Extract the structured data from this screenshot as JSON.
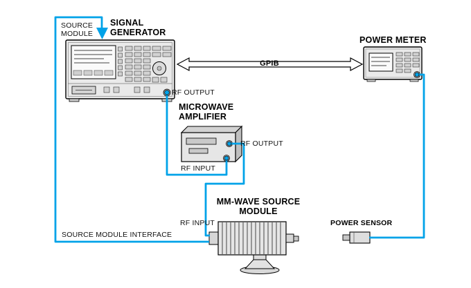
{
  "diagram": {
    "type": "equipment-setup-diagram",
    "colors": {
      "cable": "#00a2e8",
      "equipment_fill": "#eaeaea",
      "outline": "#000000",
      "background": "#ffffff"
    },
    "labels": {
      "source_module": "SOURCE MODULE",
      "signal_generator": "SIGNAL GENERATOR",
      "power_meter": "POWER METER",
      "gpib": "GPIB",
      "sig_gen_rf_output": "RF OUTPUT",
      "microwave_amplifier": "MICROWAVE AMPLIFIER",
      "amp_rf_output": "RF OUTPUT",
      "amp_rf_input": "RF INPUT",
      "mm_wave_source_module": "MM-WAVE SOURCE MODULE",
      "module_rf_input": "RF INPUT",
      "power_sensor": "POWER SENSOR",
      "source_module_interface": "SOURCE MODULE INTERFACE"
    },
    "connections": [
      {
        "from": "signal-generator-rear",
        "to": "mm-wave-source-module",
        "via": "left-edge-loop",
        "label": "SOURCE MODULE INTERFACE",
        "style": "blue-cable"
      },
      {
        "from": "signal-generator-rf-output",
        "to": "microwave-amplifier-rf-input",
        "style": "blue-cable"
      },
      {
        "from": "microwave-amplifier-rf-output",
        "to": "mm-wave-source-module-rf-input",
        "style": "blue-cable"
      },
      {
        "from": "power-sensor",
        "to": "power-meter",
        "style": "blue-cable"
      },
      {
        "from": "signal-generator",
        "to": "power-meter",
        "label": "GPIB",
        "style": "double-headed-open-arrow"
      }
    ]
  }
}
